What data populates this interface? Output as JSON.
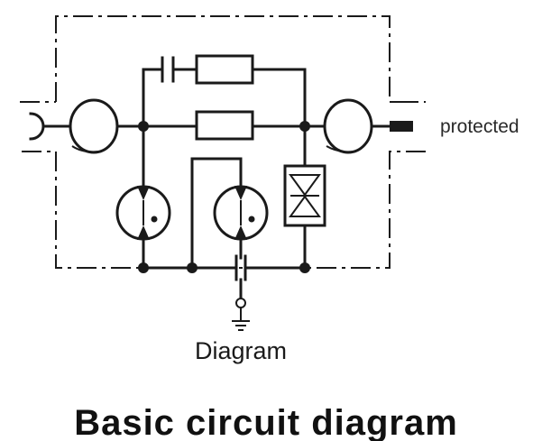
{
  "diagram": {
    "terminal_label": "protected",
    "ground_label": "Diagram",
    "caption": "Basic circuit diagram"
  }
}
